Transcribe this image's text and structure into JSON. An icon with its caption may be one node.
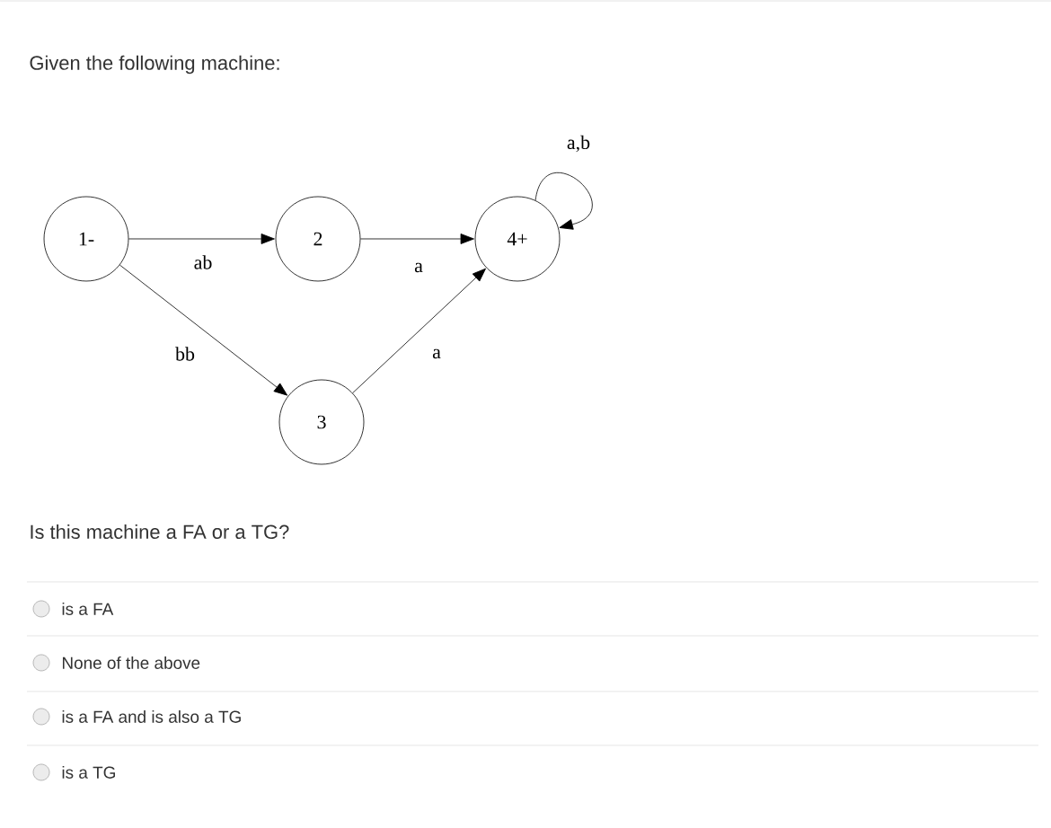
{
  "diagram": {
    "title": "Given the following machine:",
    "nodes": [
      {
        "text": [
          "1-"
        ]
      },
      {
        "text": [
          "2"
        ]
      },
      {
        "text": [
          "4+"
        ]
      },
      {
        "text": [
          "3"
        ]
      }
    ],
    "edges": [
      {
        "from": 0,
        "to": 1,
        "arrow": "to",
        "label": "ab"
      },
      {
        "from": 1,
        "to": 2,
        "arrow": "to",
        "label": "a"
      },
      {
        "from": 0,
        "to": 3,
        "arrow": "to",
        "label": "bb"
      },
      {
        "from": 3,
        "to": 2,
        "arrow": "to",
        "label": "a"
      },
      {
        "from": 2,
        "to": 2,
        "arrow": "to",
        "label": "a,b"
      }
    ],
    "labels": [
      "Is this machine a FA or a TG?",
      "is a FA",
      "None of the above",
      "is a FA and is also a TG",
      "is a TG"
    ]
  }
}
